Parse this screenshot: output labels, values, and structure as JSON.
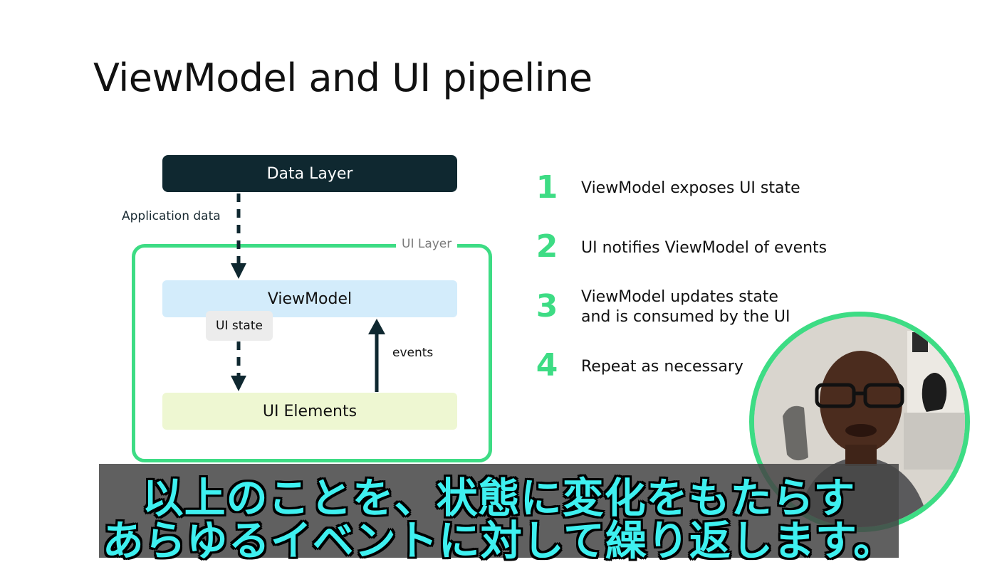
{
  "slide": {
    "title": "ViewModel and UI pipeline"
  },
  "diagram": {
    "data_layer": "Data Layer",
    "application_data": "Application data",
    "ui_layer": "UI Layer",
    "viewmodel": "ViewModel",
    "ui_state": "UI state",
    "events": "events",
    "ui_elements": "UI Elements"
  },
  "steps": [
    {
      "number": "1",
      "text": "ViewModel exposes UI state"
    },
    {
      "number": "2",
      "text": "UI notifies ViewModel of events"
    },
    {
      "number": "3",
      "text_line1": "ViewModel updates state",
      "text_line2": "and is consumed by the UI"
    },
    {
      "number": "4",
      "text": "Repeat as necessary"
    }
  ],
  "subtitles": {
    "line1": "以上のことを、状態に変化をもたらす",
    "line2": "あらゆるイベントに対して繰り返します。"
  },
  "colors": {
    "accent": "#3ddc84",
    "data_layer_bg": "#0f2830",
    "viewmodel_bg": "#d3ecfb",
    "ui_elements_bg": "#eef7d2",
    "subtitle_text": "#3ef0f0"
  }
}
